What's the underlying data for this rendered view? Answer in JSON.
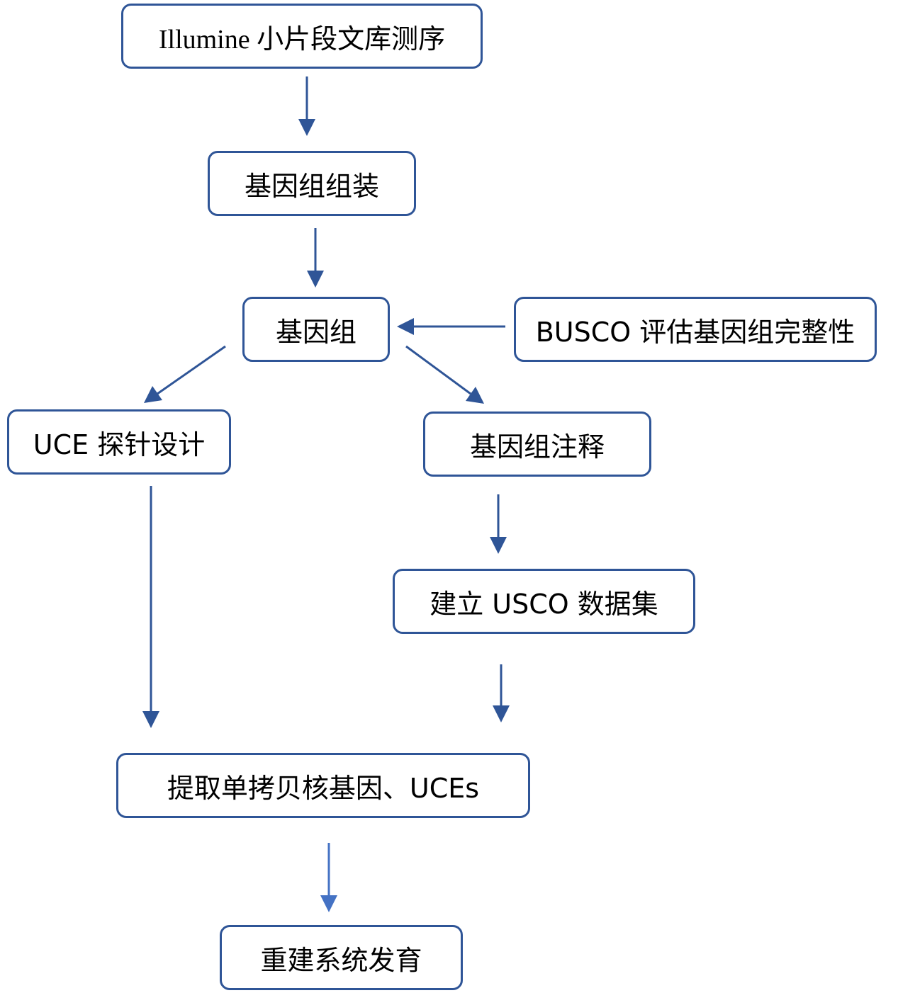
{
  "nodes": {
    "sequencing": "Illumine 小片段文库测序",
    "assembly": "基因组组装",
    "genome": "基因组",
    "busco": "BUSCO 评估基因组完整性",
    "uce_probe": "UCE 探针设计",
    "annotation": "基因组注释",
    "usco_dataset": "建立 USCO 数据集",
    "extract": "提取单拷贝核基因、UCEs",
    "phylogeny": "重建系统发育"
  },
  "colors": {
    "border": "#2f5597",
    "arrow": "#2f5597",
    "arrow_light": "#4472c4"
  }
}
